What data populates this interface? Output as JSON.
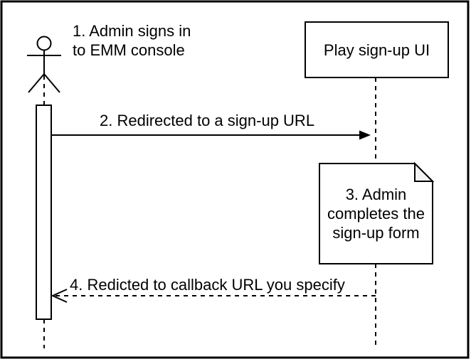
{
  "diagram": {
    "kind": "uml-sequence-diagram",
    "colors": {
      "stroke": "#000000",
      "background": "#ffffff",
      "note_fold": "#f2f2f2"
    },
    "participants": [
      {
        "id": "admin-actor",
        "kind": "actor",
        "label": ""
      },
      {
        "id": "play-signup-ui",
        "kind": "lifeline-box",
        "label": "Play sign-up UI"
      }
    ],
    "steps": [
      {
        "num": 1,
        "kind": "caption",
        "text": "1. Admin signs in\nto EMM console"
      },
      {
        "num": 2,
        "kind": "solid-arrow-message",
        "text": "2. Redirected to a sign-up URL"
      },
      {
        "num": 3,
        "kind": "note",
        "text": "3. Admin\ncompletes the\nsign-up form"
      },
      {
        "num": 4,
        "kind": "dashed-return-message",
        "text": "4. Redicted to callback URL you specify"
      }
    ]
  }
}
